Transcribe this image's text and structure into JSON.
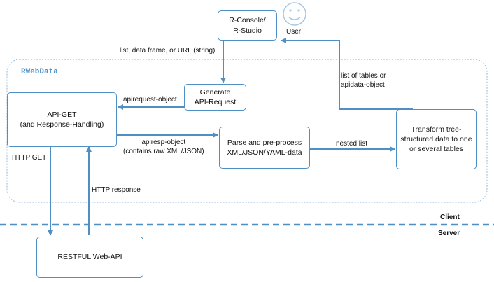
{
  "system": {
    "name": "RWebData"
  },
  "nodes": {
    "rconsole": "R-Console/\nR-Studio",
    "user": "User",
    "generate": "Generate\nAPI-Request",
    "apiget": "API-GET\n(and Response-Handling)",
    "parse": "Parse and pre-process\nXML/JSON/YAML-data",
    "transform": "Transform tree-\nstructured data to one\nor several tables",
    "restful": "RESTFUL Web-API"
  },
  "edges": {
    "input": "list, data frame, or URL (string)",
    "tables_out": "list of tables or\napidata-object",
    "apirequest": "apirequest-object",
    "apiresp": "apiresp-object\n(contains raw XML/JSON)",
    "nested": "nested list",
    "http_get": "HTTP GET",
    "http_response": "HTTP response"
  },
  "zones": {
    "client": "Client",
    "server": "Server"
  },
  "colors": {
    "stroke": "#4f8fc4",
    "user_face": "#a9c8e3"
  }
}
